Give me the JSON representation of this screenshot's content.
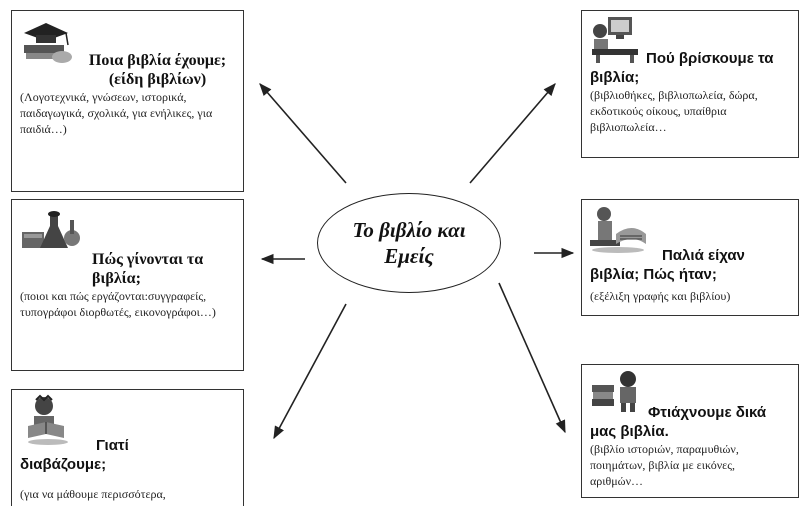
{
  "center": {
    "label": "Το βιβλίο και\nΕμείς"
  },
  "boxes": [
    {
      "title": "Ποια βιβλία έχουμε; (είδη βιβλίων)",
      "desc": "(Λογοτεχνικά, γνώσεων, ιστορικά, παιδαγωγικά, σχολικά, για ενήλικες, για παιδιά…)"
    },
    {
      "title": "Πώς γίνονται τα βιβλία;",
      "desc": "(ποιοι και πώς εργάζονται:συγγραφείς, τυπογράφοι διορθωτές, εικονογράφοι…)"
    },
    {
      "title": "Γιατί διαβάζουμε;",
      "desc": "(για να μάθουμε περισσότερα,"
    },
    {
      "title": "Πού βρίσκουμε τα βιβλία;",
      "desc": "(βιβλιοθήκες, βιβλιοπωλεία, δώρα, εκδοτικούς οίκους, υπαίθρια βιβλιοπωλεία…"
    },
    {
      "title": "Παλιά είχαν βιβλία; Πώς ήταν;",
      "desc": "(εξέλιξη γραφής και βιβλίου)"
    },
    {
      "title": "Φτιάχνουμε δικά μας βιβλία.",
      "desc": "(βιβλίο ιστοριών, παραμυθιών, ποιημάτων, βιβλία με εικόνες, αριθμών…"
    }
  ],
  "icons": [
    "graduation-books-clipart",
    "chemistry-set-clipart",
    "child-reading-clipart",
    "computer-desk-clipart",
    "ancient-scribe-clipart",
    "child-books-clipart"
  ],
  "colors": {
    "line": "#222222",
    "border": "#333333"
  }
}
